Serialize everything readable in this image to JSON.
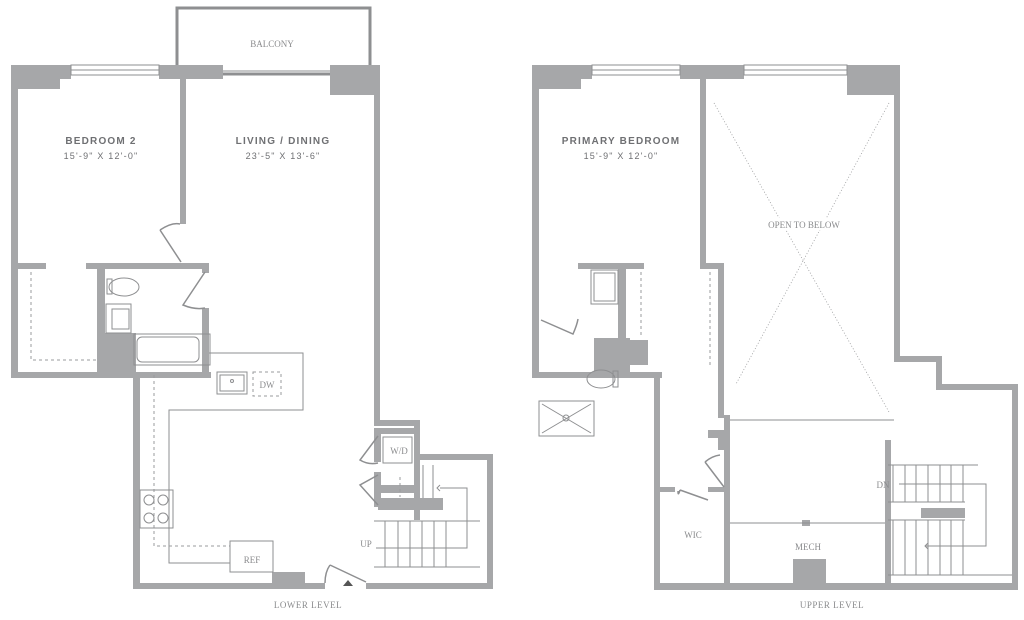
{
  "plans": [
    {
      "caption": "LOWER LEVEL",
      "rooms": [
        {
          "name": "BEDROOM 2",
          "dimensions": "15'-9\" X 12'-0\""
        },
        {
          "name": "LIVING / DINING",
          "dimensions": "23'-5\" X 13'-6\""
        }
      ],
      "labels": {
        "balcony": "BALCONY",
        "dishwasher": "DW",
        "washer_dryer": "W/D",
        "refrigerator": "REF",
        "stairs": "UP"
      }
    },
    {
      "caption": "UPPER LEVEL",
      "rooms": [
        {
          "name": "PRIMARY BEDROOM",
          "dimensions": "15'-9\" X 12'-0\""
        }
      ],
      "labels": {
        "open": "OPEN TO BELOW",
        "closet": "WIC",
        "mech": "MECH",
        "stairs": "DN"
      }
    }
  ],
  "colors": {
    "wall": "#a6a7a9",
    "line": "#8e8f91",
    "text": "#6f7073"
  }
}
